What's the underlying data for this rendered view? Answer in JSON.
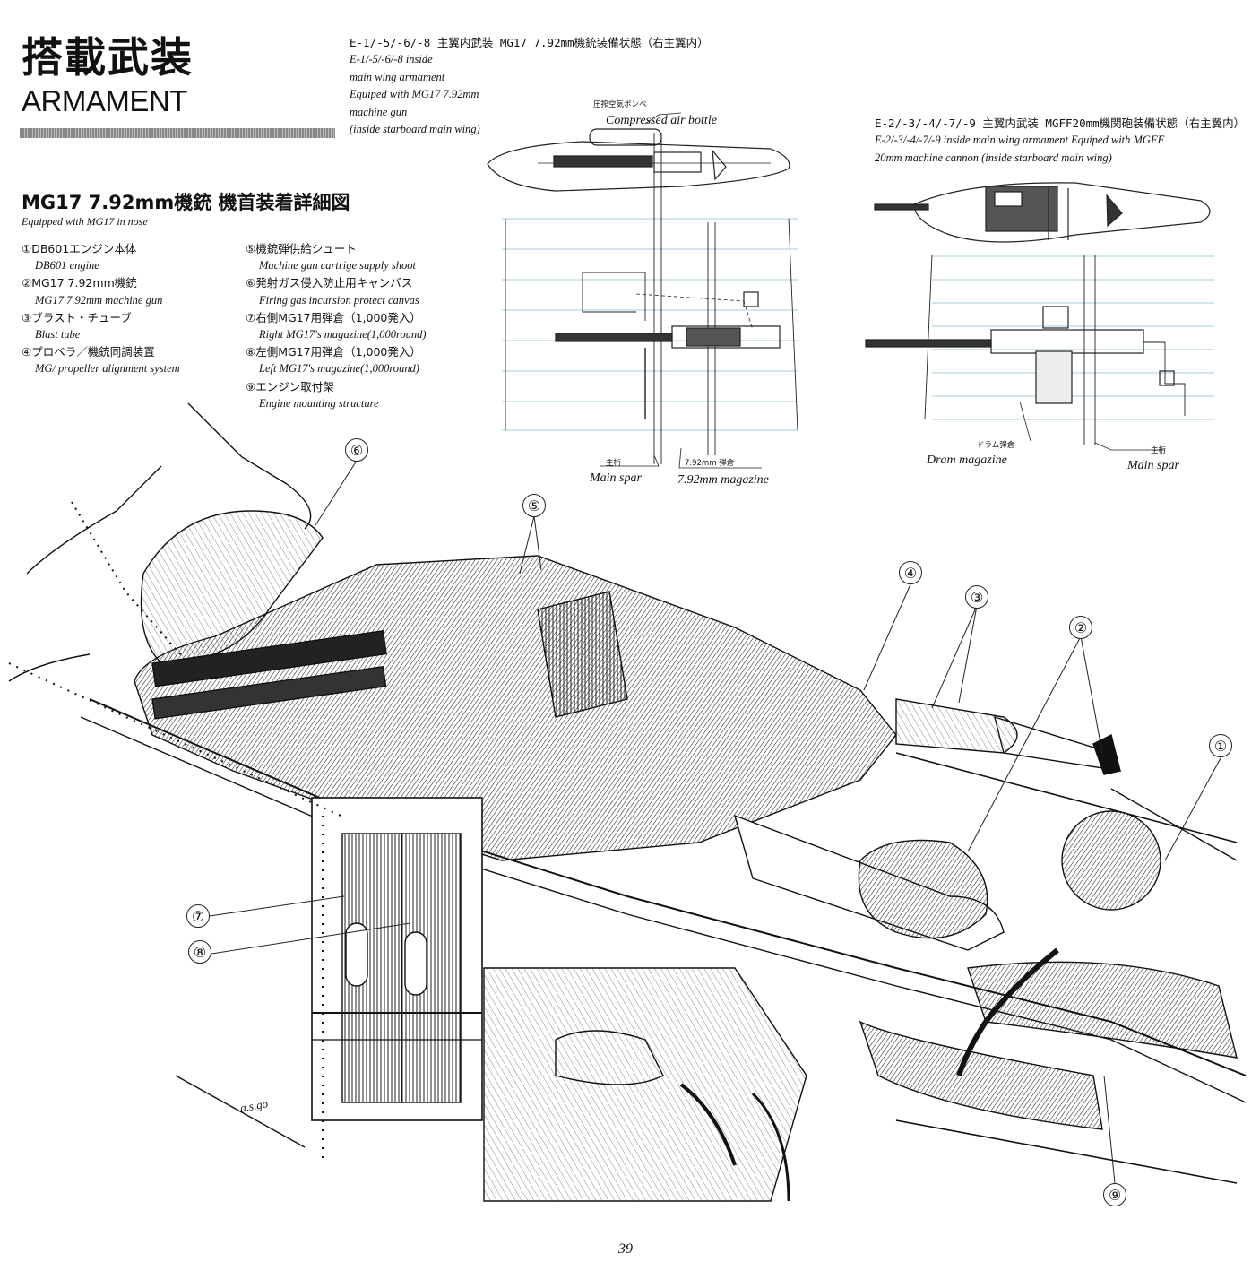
{
  "header": {
    "title_jp": "搭載武装",
    "title_en": "ARMAMENT"
  },
  "section": {
    "title_jp": "MG17 7.92mm機銃 機首装着詳細図",
    "title_en": "Equipped with MG17 in nose"
  },
  "legend": {
    "left": [
      {
        "jp": "①DB601エンジン本体",
        "en": "DB601 engine"
      },
      {
        "jp": "②MG17 7.92mm機銃",
        "en": "MG17 7.92mm machine gun"
      },
      {
        "jp": "③ブラスト・チューブ",
        "en": "Blast tube"
      },
      {
        "jp": "④プロペラ／機銃同調装置",
        "en": "MG/ propeller alignment system"
      }
    ],
    "right": [
      {
        "jp": "⑤機銃弾供給シュート",
        "en": "Machine gun cartrige supply shoot"
      },
      {
        "jp": "⑥発射ガス侵入防止用キャンバス",
        "en": "Firing gas incursion protect canvas"
      },
      {
        "jp": "⑦右側MG17用弾倉（1,000発入）",
        "en": "Right MG17's magazine(1,000round)"
      },
      {
        "jp": "⑧左側MG17用弾倉（1,000発入）",
        "en": "Left MG17's magazine(1,000round)"
      },
      {
        "jp": "⑨エンジン取付架",
        "en": "Engine mounting structure"
      }
    ]
  },
  "wing_mg17": {
    "caption_jp": "E-1/-5/-6/-8 主翼内武装 MG17 7.92mm機銃装備状態（右主翼内）",
    "caption_en": [
      "E-1/-5/-6/-8 inside",
      "main wing armament",
      "Equiped with MG17 7.92mm",
      "machine gun",
      "(inside starboard main wing)"
    ],
    "label_bottle_jp": "圧搾空気ボンベ",
    "label_bottle_en": "Compressed air bottle",
    "label_spar_jp": "主桁",
    "label_spar_en": "Main spar",
    "label_mag_jp": "7.92mm 弾倉",
    "label_mag_en": "7.92mm magazine"
  },
  "wing_mgff": {
    "caption_jp": "E-2/-3/-4/-7/-9 主翼内武装 MGFF20mm機関砲装備状態（右主翼内）",
    "caption_en": [
      "E-2/-3/-4/-7/-9 inside main wing armament Equiped with MGFF",
      "20mm machine cannon (inside starboard main wing)"
    ],
    "label_drum_jp": "ドラム弾倉",
    "label_drum_en": "Dram magazine",
    "label_spar_jp": "主桁",
    "label_spar_en": "Main spar"
  },
  "callouts": [
    "①",
    "②",
    "③",
    "④",
    "⑤",
    "⑥",
    "⑦",
    "⑧",
    "⑨"
  ],
  "signature": "a.s.go",
  "page_number": "39"
}
